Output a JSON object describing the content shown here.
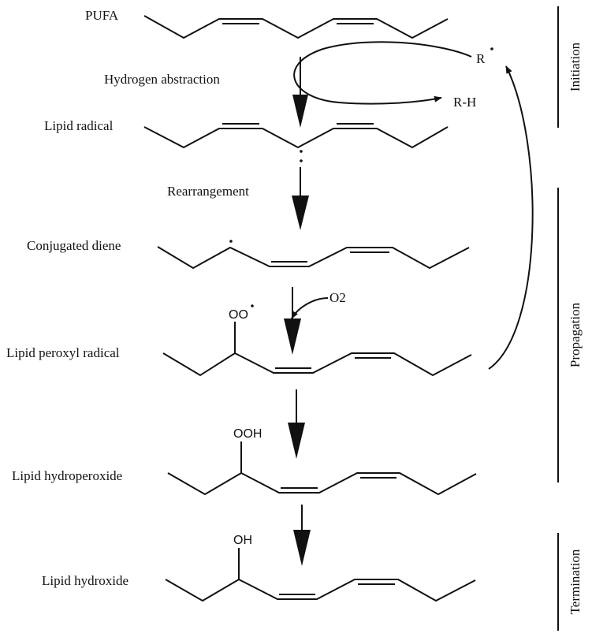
{
  "molecules": {
    "pufa": "PUFA",
    "lipid_radical": "Lipid radical",
    "conjugated_diene": "Conjugated diene",
    "lipid_peroxyl_radical": "Lipid peroxyl radical",
    "lipid_hydroperoxide": "Lipid hydroperoxide",
    "lipid_hydroxide": "Lipid hydroxide"
  },
  "steps": {
    "hydrogen_abstraction": "Hydrogen abstraction",
    "rearrangement": "Rearrangement"
  },
  "species": {
    "radical_r": "R",
    "r_h": "R-H",
    "o2": "O2"
  },
  "substituents": {
    "peroxyl": "OO",
    "hydroperoxyl": "OOH",
    "hydroxyl": "OH"
  },
  "phases": {
    "initiation": "Initiation",
    "propagation": "Propagation",
    "termination": "Termination"
  }
}
